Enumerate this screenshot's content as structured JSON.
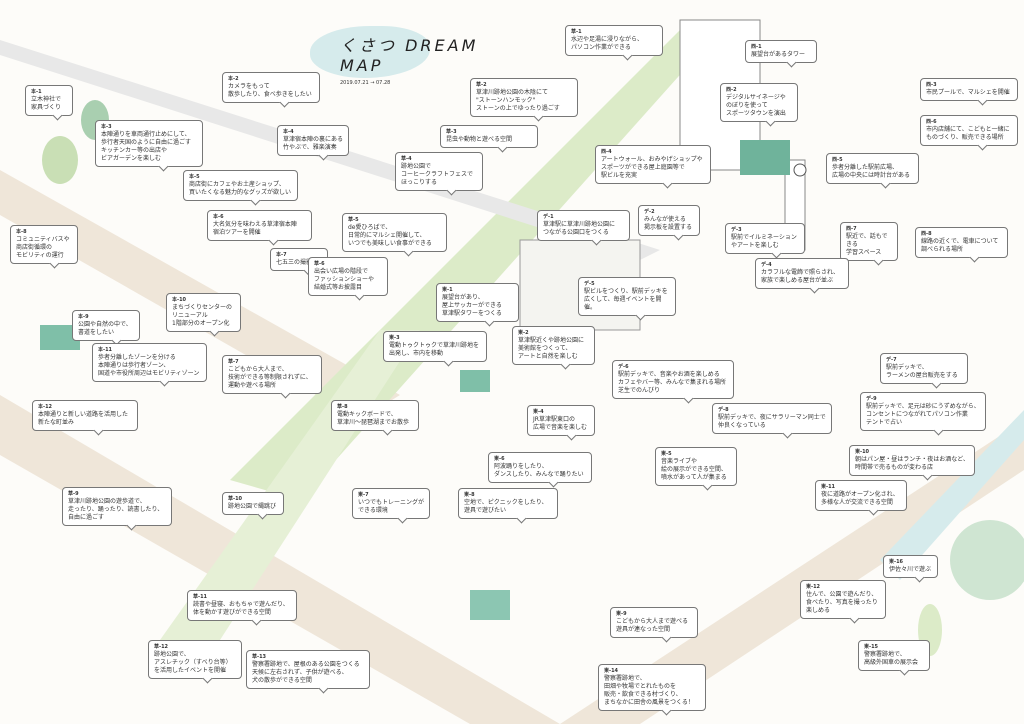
{
  "title": {
    "main": "くさつ DREAM MAP",
    "dates": "2019.07.21 → 07.28"
  },
  "colors": {
    "accent": "#5fa993",
    "green_light": "#dcebc8",
    "road": "#efe6d9",
    "water": "#d6ebec"
  },
  "bubbles": [
    {
      "id": "本-1",
      "text": "立木神社で\n家具づくり"
    },
    {
      "id": "本-2",
      "text": "カメラをもって\n散歩したり、食べ歩きをしたい"
    },
    {
      "id": "本-3",
      "text": "本陣通りを車両通行止めにして、\n歩行者天国のように自由に過ごす\nキッチンカー等の出店や\nビアガーデンを楽しむ"
    },
    {
      "id": "本-4",
      "text": "草津宿本陣の裏にある\n竹やぶで、雅楽演奏"
    },
    {
      "id": "本-5",
      "text": "商店街にカフェやお土産ショップ、\n買いたくなる魅力的なグッズが欲しい"
    },
    {
      "id": "本-6",
      "text": "大名気分を味わえる草津宿本陣\n宿泊ツアーを開催"
    },
    {
      "id": "本-7",
      "text": "七五三の撮影会"
    },
    {
      "id": "本-8",
      "text": "コミュニティバスや\n商店街循環の\nモビリティの運行"
    },
    {
      "id": "本-9",
      "text": "公園や自然の中で、\n書道をしたい"
    },
    {
      "id": "本-10",
      "text": "まちづくりセンターの\nリニューアル\n1階部分のオープン化"
    },
    {
      "id": "本-11",
      "text": "歩者分離したゾーンを分ける\n本陣通りは歩行者ゾーン、\n国道や市役所周辺はモビリティゾーン"
    },
    {
      "id": "本-12",
      "text": "本陣通りと新しい道路を活用した\n新たな町並み"
    },
    {
      "id": "草-1",
      "text": "水辺や足湯に浸りながら、\nパソコン作業ができる"
    },
    {
      "id": "草-2",
      "text": "草津川跡地公園の木陰にて\n\"ストーンハンモック\"\nストーンの上でゆったり過ごす"
    },
    {
      "id": "草-3",
      "text": "昆虫や動物と遊べる空間"
    },
    {
      "id": "草-4",
      "text": "跡地公園で\nコーヒークラフトフェスで\nほっこりする"
    },
    {
      "id": "草-5",
      "text": "de愛ひろばで、\n日常的にマルシェ開催して、\nいつでも美味しい食事ができる"
    },
    {
      "id": "草-6",
      "text": "出会い広場の階段で\nファッションショーや\n結婚式等お披露目"
    },
    {
      "id": "草-7",
      "text": "こどもから大人まで、\n技術ができる等制限されずに、\n運動や遊べる場所"
    },
    {
      "id": "草-8",
      "text": "電動キックボードで、\n草津川〜琵琶湖までお散歩"
    },
    {
      "id": "草-9",
      "text": "草津川跡地公園の遊歩道で、\n走ったり、踊ったり、読書したり、\n自由に過ごす"
    },
    {
      "id": "草-10",
      "text": "跡地公園で縄跳び"
    },
    {
      "id": "草-11",
      "text": "読書や昼寝、おもちゃで遊んだり、\n体を動かす遊びができる空間"
    },
    {
      "id": "草-12",
      "text": "跡地公園で、\nアスレチック（すべり台等）\nを活用したイベントを開催"
    },
    {
      "id": "草-13",
      "text": "警察署跡地で、屋根のある公園をつくる\n天候に左右されず、子供が遊べる、\n犬の散歩ができる空間"
    },
    {
      "id": "西-1",
      "text": "展望台があるタワー"
    },
    {
      "id": "西-2",
      "text": "デジタルサイネージや\nのぼりを使って\nスポーツタウンを演出"
    },
    {
      "id": "西-3",
      "text": "市民プールで、マルシェを開催"
    },
    {
      "id": "西-4",
      "text": "アートウォール、おみやげショップや\nスポーツができる屋上庭園等で\n駅ビルを充実"
    },
    {
      "id": "西-5",
      "text": "歩者分離した駅前広場、\n広場の中央には時計台がある"
    },
    {
      "id": "西-6",
      "text": "市内店舗にて、こどもと一緒に\nものづくり、販売できる場所"
    },
    {
      "id": "西-7",
      "text": "駅近で、話もできる\n学習スペース"
    },
    {
      "id": "西-8",
      "text": "線路の近くで、電車について\n調べられる場所"
    },
    {
      "id": "デ-1",
      "text": "草津駅に草津川跡地公園に\nつながる公園口をつくる"
    },
    {
      "id": "デ-2",
      "text": "みんなが使える\n掲示板を設置する"
    },
    {
      "id": "デ-3",
      "text": "駅前でイルミネーション\nやアートを楽しむ"
    },
    {
      "id": "デ-4",
      "text": "カラフルな電飾で照らされ、\n家族で楽しめる屋台が並ぶ"
    },
    {
      "id": "デ-5",
      "text": "駅ビルをつくり、駅前デッキを\n広くして、毎週イベントを開催。"
    },
    {
      "id": "デ-6",
      "text": "駅前デッキで、音楽やお酒を楽しめる\nカフェやバー等、みんなで集まれる場所\n芝生でのんびり"
    },
    {
      "id": "デ-7",
      "text": "駅前デッキで、\nラーメンの屋台販売をする"
    },
    {
      "id": "デ-8",
      "text": "駅前デッキで、夜にサラリーマン同士で\n仲良くなっている"
    },
    {
      "id": "デ-9",
      "text": "駅前デッキで、足元は砂にうずめながら、\nコンセントにつながれてパソコン作業\nテントで占い"
    },
    {
      "id": "東-1",
      "text": "展望台があり、\n屋上サッカーができる\n草津駅タワーをつくる"
    },
    {
      "id": "東-2",
      "text": "草津駅近くや跡地公園に\n美術館をつくって、\nアートと自然を楽しむ"
    },
    {
      "id": "東-3",
      "text": "電動トゥクトゥクで草津川跡地を\n出発し、市内を移動"
    },
    {
      "id": "東-4",
      "text": "JR草津駅東口の\n広場で音楽を楽しむ"
    },
    {
      "id": "東-5",
      "text": "音楽ライブや\n絵の展示ができる空間、\n噴水があって人が集まる"
    },
    {
      "id": "東-6",
      "text": "阿波踊りをしたり、\nダンスしたり、みんなで踊りたい"
    },
    {
      "id": "東-7",
      "text": "いつでもトレーニングが\nできる環境"
    },
    {
      "id": "東-8",
      "text": "空地で、ピクニックをしたり、\n遊具で遊びたい"
    },
    {
      "id": "東-9",
      "text": "こどもから大人まで遊べる\n遊具が連なった空間"
    },
    {
      "id": "東-10",
      "text": "朝はパン屋・昼はランチ・夜はお酒など、\n時間帯で売るものが変わる店"
    },
    {
      "id": "東-11",
      "text": "夜に道路がオープン化され、\n多様な人が交流できる空間"
    },
    {
      "id": "東-12",
      "text": "住んで、公園で遊んだり、\n食べたり、写真を撮ったり\n楽しめる"
    },
    {
      "id": "東-14",
      "text": "警察署跡地で、\n田畑や牧場でとれたものを\n販売・飲食できる村づくり、\nまちなかに田舎の風景をつくる！"
    },
    {
      "id": "東-15",
      "text": "警察署跡地で、\n高級外国車の展示会"
    },
    {
      "id": "東-16",
      "text": "伊佐々川で遊ぶ"
    }
  ]
}
